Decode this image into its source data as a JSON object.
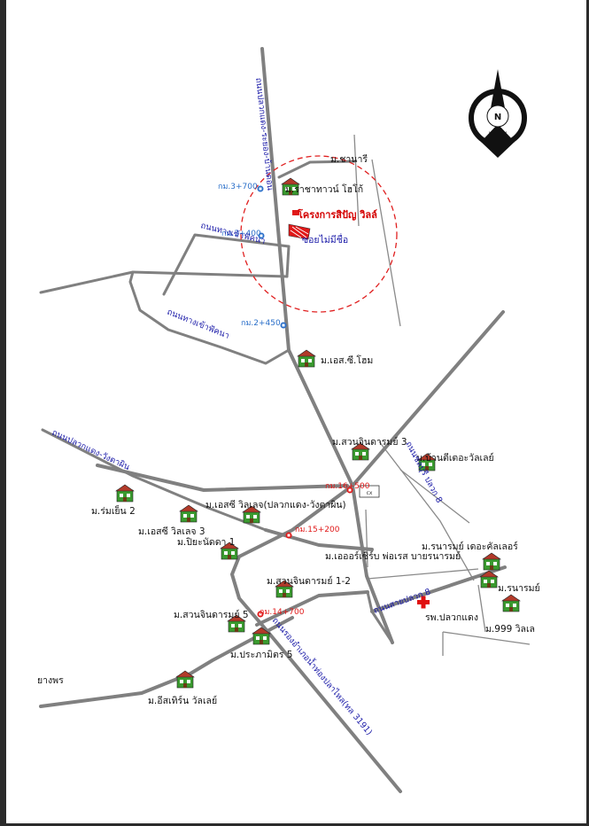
{
  "labels": {
    "village_chanaree": "ม.ชานารี",
    "village_thaotown": "ม.ราชาทาวน์ โฮโก้",
    "project": "โครงการสิปัญ วิลล์",
    "soi_unnamed": "ซอยไม่มีชื่อ",
    "village_sc_home": "ม.เอส.ซี.โฮม",
    "village_suanjindamai3": "ม.สวนจินดารมย์ 3",
    "village_baanti_valley": "ม.บ้านตีเตอะวัลเลย์",
    "village_romyen2": "ม.ร่มเย็น 2",
    "village_sc_village": "ม.เอสซี วิลเลจ(ปลวกแดง-วังตาผิน)",
    "village_sc_village3": "ม.เอสซี วิลเลจ 3",
    "village_piyanutda1": "ม.ปิยะนัดดา 1",
    "village_air_city": "ม.เอออร์เซิร์บ พ่อเรส บายรนารมย์",
    "village_ranaram_the_color": "ม.รนารมย์ เดอะคัลเลอร์",
    "village_suanjindamai12": "ม.สวนจินดารมย์ 1-2",
    "village_ranaram": "ม.รนารมย์",
    "hospital": "รพ.ปลวกแดง",
    "village_999": "ม.999 วิลเล",
    "village_suanjindamai5": "ม.สวนจินดารมย์ 5",
    "village_prapamitr5": "ม.ประภามิตร 5",
    "village_isetirin": "ม.อีสเทิร์น วัลเลย์",
    "place_yangporn": "ยางพร",
    "box_label": "cx"
  },
  "road_names": {
    "main_north": "ถนนปลวกแดง-ระยอง-บ้านดอน",
    "small_road1": "ถนนทางเข้าฟัคนา",
    "small_road2": "ถนนทางเข้าฟัคนา",
    "west_road": "ถนนปลวกแดง-วังตาผิน",
    "east_road": "ถนนชลบุรี ปลวก 8",
    "to_hospital": "ถนนสายปลวก 8",
    "south_road": "ถนนรองอำเภอน้ำท่องปลาไหล(ทล 3191)"
  },
  "km_markers": {
    "km_3700": "กม.3+700",
    "km_3400": "กม.3+400",
    "km_2450": "กม.2+450",
    "km_16500": "กม.16+500",
    "km_15200": "กม.15+200",
    "km_14700": "กม.14+700"
  },
  "compass": {
    "letter": "N"
  },
  "colors": {
    "road": "#808080",
    "circle": "#e02020",
    "project": "#d40000",
    "road_name": "#1a1aa8",
    "km_blue": "#2a6fc9",
    "km_red": "#e01818",
    "hospital_cross": "#e01010"
  }
}
